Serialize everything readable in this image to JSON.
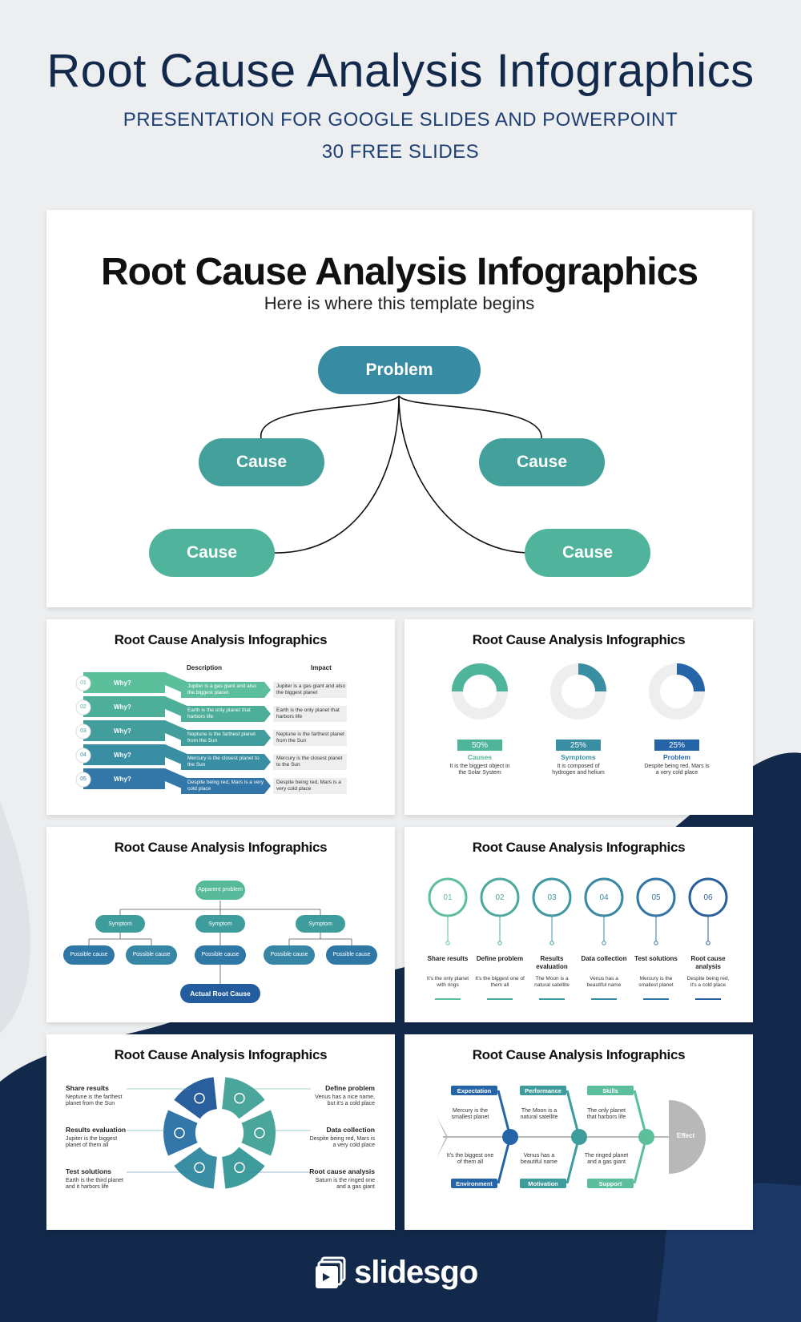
{
  "header": {
    "title": "Root Cause Analysis Infographics",
    "subtitle_line1": "PRESENTATION FOR GOOGLE SLIDES AND POWERPOINT",
    "subtitle_line2": "30 FREE SLIDES"
  },
  "main_slide": {
    "title": "Root Cause Analysis Infographics",
    "subtitle": "Here is where this template begins",
    "problem": "Problem",
    "causes": [
      "Cause",
      "Cause",
      "Cause",
      "Cause"
    ]
  },
  "slide_title": "Root Cause Analysis Infographics",
  "slide2": {
    "col_description": "Description",
    "col_impact": "Impact",
    "rows": [
      {
        "num": "01",
        "why": "Why?",
        "desc": "Jupiter is a gas giant and also the biggest planet",
        "impact": "Jupiter is a gas giant and also the biggest planet"
      },
      {
        "num": "02",
        "why": "Why?",
        "desc": "Earth is the only planet that harbors life",
        "impact": "Earth is the only planet that harbors life"
      },
      {
        "num": "03",
        "why": "Why?",
        "desc": "Neptune is the farthest planet from the Sun",
        "impact": "Neptune is the farthest planet from the Sun"
      },
      {
        "num": "04",
        "why": "Why?",
        "desc": "Mercury is the closest planet to the Sun",
        "impact": "Mercury is the closest planet to the Sun"
      },
      {
        "num": "05",
        "why": "Why?",
        "desc": "Despite being red, Mars is a very cold place",
        "impact": "Despite being red, Mars is a very cold place"
      }
    ]
  },
  "slide3": {
    "items": [
      {
        "percent": "50%",
        "value": 50,
        "label": "Causes",
        "text": "It is the biggest object in the Solar System",
        "color": "#4fb59a"
      },
      {
        "percent": "25%",
        "value": 25,
        "label": "Symptoms",
        "text": "It is composed of hydrogen and helium",
        "color": "#3a8ea2"
      },
      {
        "percent": "25%",
        "value": 25,
        "label": "Problem",
        "text": "Despite being red, Mars is a very cold place",
        "color": "#2664a8"
      }
    ]
  },
  "slide4": {
    "apparent": "Apparent problem",
    "symptom": "Symptom",
    "possible": "Possible cause",
    "actual": "Actual Root Cause"
  },
  "slide5": {
    "steps": [
      {
        "num": "01",
        "title": "Share results",
        "text": "It's the only planet with rings",
        "color": "#5cbf9e"
      },
      {
        "num": "02",
        "title": "Define problem",
        "text": "It's the biggest one of them all",
        "color": "#4aab9a"
      },
      {
        "num": "03",
        "title": "Results evaluation",
        "text": "The Moon is a natural satellite",
        "color": "#3d9aa0"
      },
      {
        "num": "04",
        "title": "Data collection",
        "text": "Venus has a beautiful name",
        "color": "#3989a3"
      },
      {
        "num": "05",
        "title": "Test solutions",
        "text": "Mercury is the smallest planet",
        "color": "#3276a5"
      },
      {
        "num": "06",
        "title": "Root cause analysis",
        "text": "Despite being red, it's a cold place",
        "color": "#2a5f9e"
      }
    ]
  },
  "slide6": {
    "left": [
      {
        "title": "Share results",
        "text": "Neptune is the farthest planet from the Sun"
      },
      {
        "title": "Results evaluation",
        "text": "Jupiter is the biggest planet of them all"
      },
      {
        "title": "Test solutions",
        "text": "Earth is the third planet and it harbors life"
      }
    ],
    "right": [
      {
        "title": "Define problem",
        "text": "Venus has a nice name, but it's a cold place"
      },
      {
        "title": "Data collection",
        "text": "Despite being red, Mars is a very cold place"
      },
      {
        "title": "Root cause analysis",
        "text": "Saturn is the ringed one and a gas giant"
      }
    ]
  },
  "slide7": {
    "top_labels": [
      "Expectation",
      "Performance",
      "Skills"
    ],
    "top_texts": [
      "Mercury is the smallest planet",
      "The Moon is a natural satellite",
      "The only planet that harbors life"
    ],
    "bottom_labels": [
      "Environment",
      "Motivation",
      "Support"
    ],
    "bottom_texts": [
      "It's the biggest one of them all",
      "Venus has a beautiful name",
      "The ringed planet and a gas giant"
    ],
    "effect": "Effect"
  },
  "brand": {
    "name": "slidesgo"
  },
  "colors": {
    "navy": "#13294b",
    "teal_dark": "#3a8ea2",
    "teal": "#4aa69a",
    "green": "#4fb59a",
    "blue": "#2664a8",
    "grey": "#b8b8b8"
  }
}
